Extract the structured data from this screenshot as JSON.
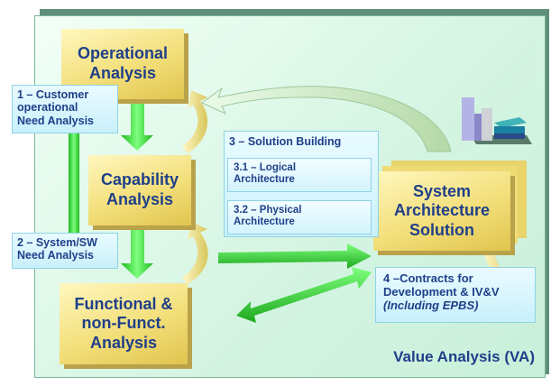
{
  "operational_analysis": {
    "line1": "Operational",
    "line2": "Analysis"
  },
  "capability_analysis": {
    "line1": "Capability",
    "line2": "Analysis"
  },
  "functional_analysis": {
    "line1": "Functional &",
    "line2": "non-Funct.",
    "line3": "Analysis"
  },
  "customer_need": {
    "line1": "1 – Customer",
    "line2": "operational",
    "line3": "Need Analysis"
  },
  "system_sw_need": {
    "line1": "2 – System/SW",
    "line2": "Need Analysis"
  },
  "solution_building": {
    "title": "3 – Solution Building",
    "logical": {
      "line1": "3.1 – Logical",
      "line2": "Architecture"
    },
    "physical": {
      "line1": "3.2 – Physical",
      "line2": "Architecture"
    }
  },
  "system_solution": {
    "line1": "System",
    "line2": "Architecture",
    "line3": "Solution"
  },
  "contracts": {
    "line1": "4 –Contracts for",
    "line2": "Development & IV&V",
    "line3": "(Including EPBS)"
  },
  "value_analysis": "Value Analysis (VA)",
  "colors": {
    "frame_bg": "#d6f5e3",
    "box_yellow": "#f3df7a",
    "text_blue": "#1f3f8a",
    "arrow_green": "#33cc33",
    "arrow_yellow": "#efe27a",
    "cyan_box": "#c9f0fb"
  },
  "icons": [
    "computer-servers-icon"
  ]
}
